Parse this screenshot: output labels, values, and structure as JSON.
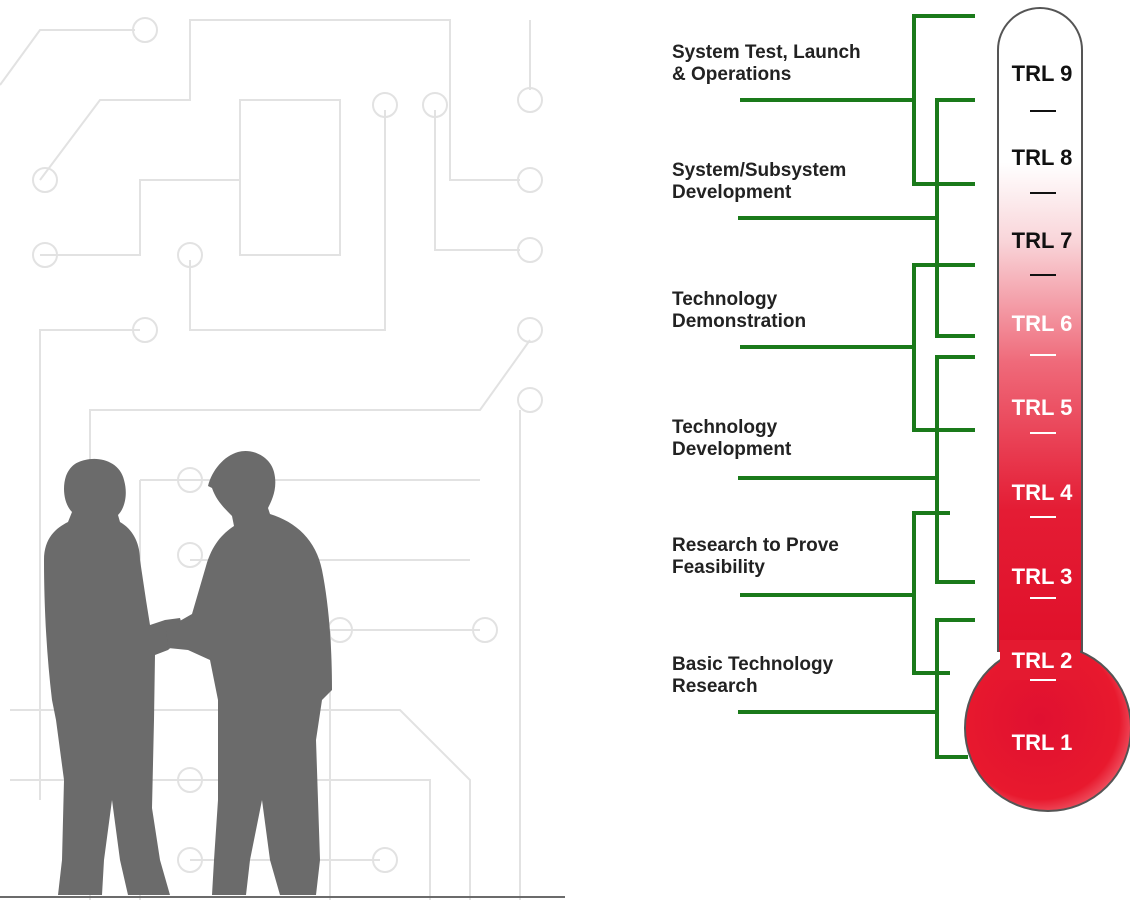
{
  "diagram": {
    "phases": [
      {
        "id": "phase-system-test",
        "lines": [
          "System Test, Launch",
          "& Operations"
        ]
      },
      {
        "id": "phase-system-dev",
        "lines": [
          "System/Subsystem",
          "Development"
        ]
      },
      {
        "id": "phase-tech-demo",
        "lines": [
          "Technology",
          "Demonstration"
        ]
      },
      {
        "id": "phase-tech-dev",
        "lines": [
          "Technology",
          "Development"
        ]
      },
      {
        "id": "phase-research-feasibility",
        "lines": [
          "Research to Prove",
          "Feasibility"
        ]
      },
      {
        "id": "phase-basic-research",
        "lines": [
          "Basic Technology",
          "Research"
        ]
      }
    ],
    "levels": [
      {
        "id": "trl-9",
        "label": "TRL 9",
        "color": "#111111"
      },
      {
        "id": "trl-8",
        "label": "TRL 8",
        "color": "#111111"
      },
      {
        "id": "trl-7",
        "label": "TRL 7",
        "color": "#111111"
      },
      {
        "id": "trl-6",
        "label": "TRL 6",
        "color": "#ffffff"
      },
      {
        "id": "trl-5",
        "label": "TRL 5",
        "color": "#ffffff"
      },
      {
        "id": "trl-4",
        "label": "TRL 4",
        "color": "#ffffff"
      },
      {
        "id": "trl-3",
        "label": "TRL 3",
        "color": "#ffffff"
      },
      {
        "id": "trl-2",
        "label": "TRL 2",
        "color": "#ffffff"
      },
      {
        "id": "trl-1",
        "label": "TRL 1",
        "color": "#ffffff"
      }
    ]
  },
  "colors": {
    "bracket_green": "#1a7a1a",
    "silhouette_gray": "#6b6b6b",
    "circuit_gray": "#e4e4e4",
    "thermo_red": "#e8102a",
    "thermo_white": "#ffffff"
  }
}
